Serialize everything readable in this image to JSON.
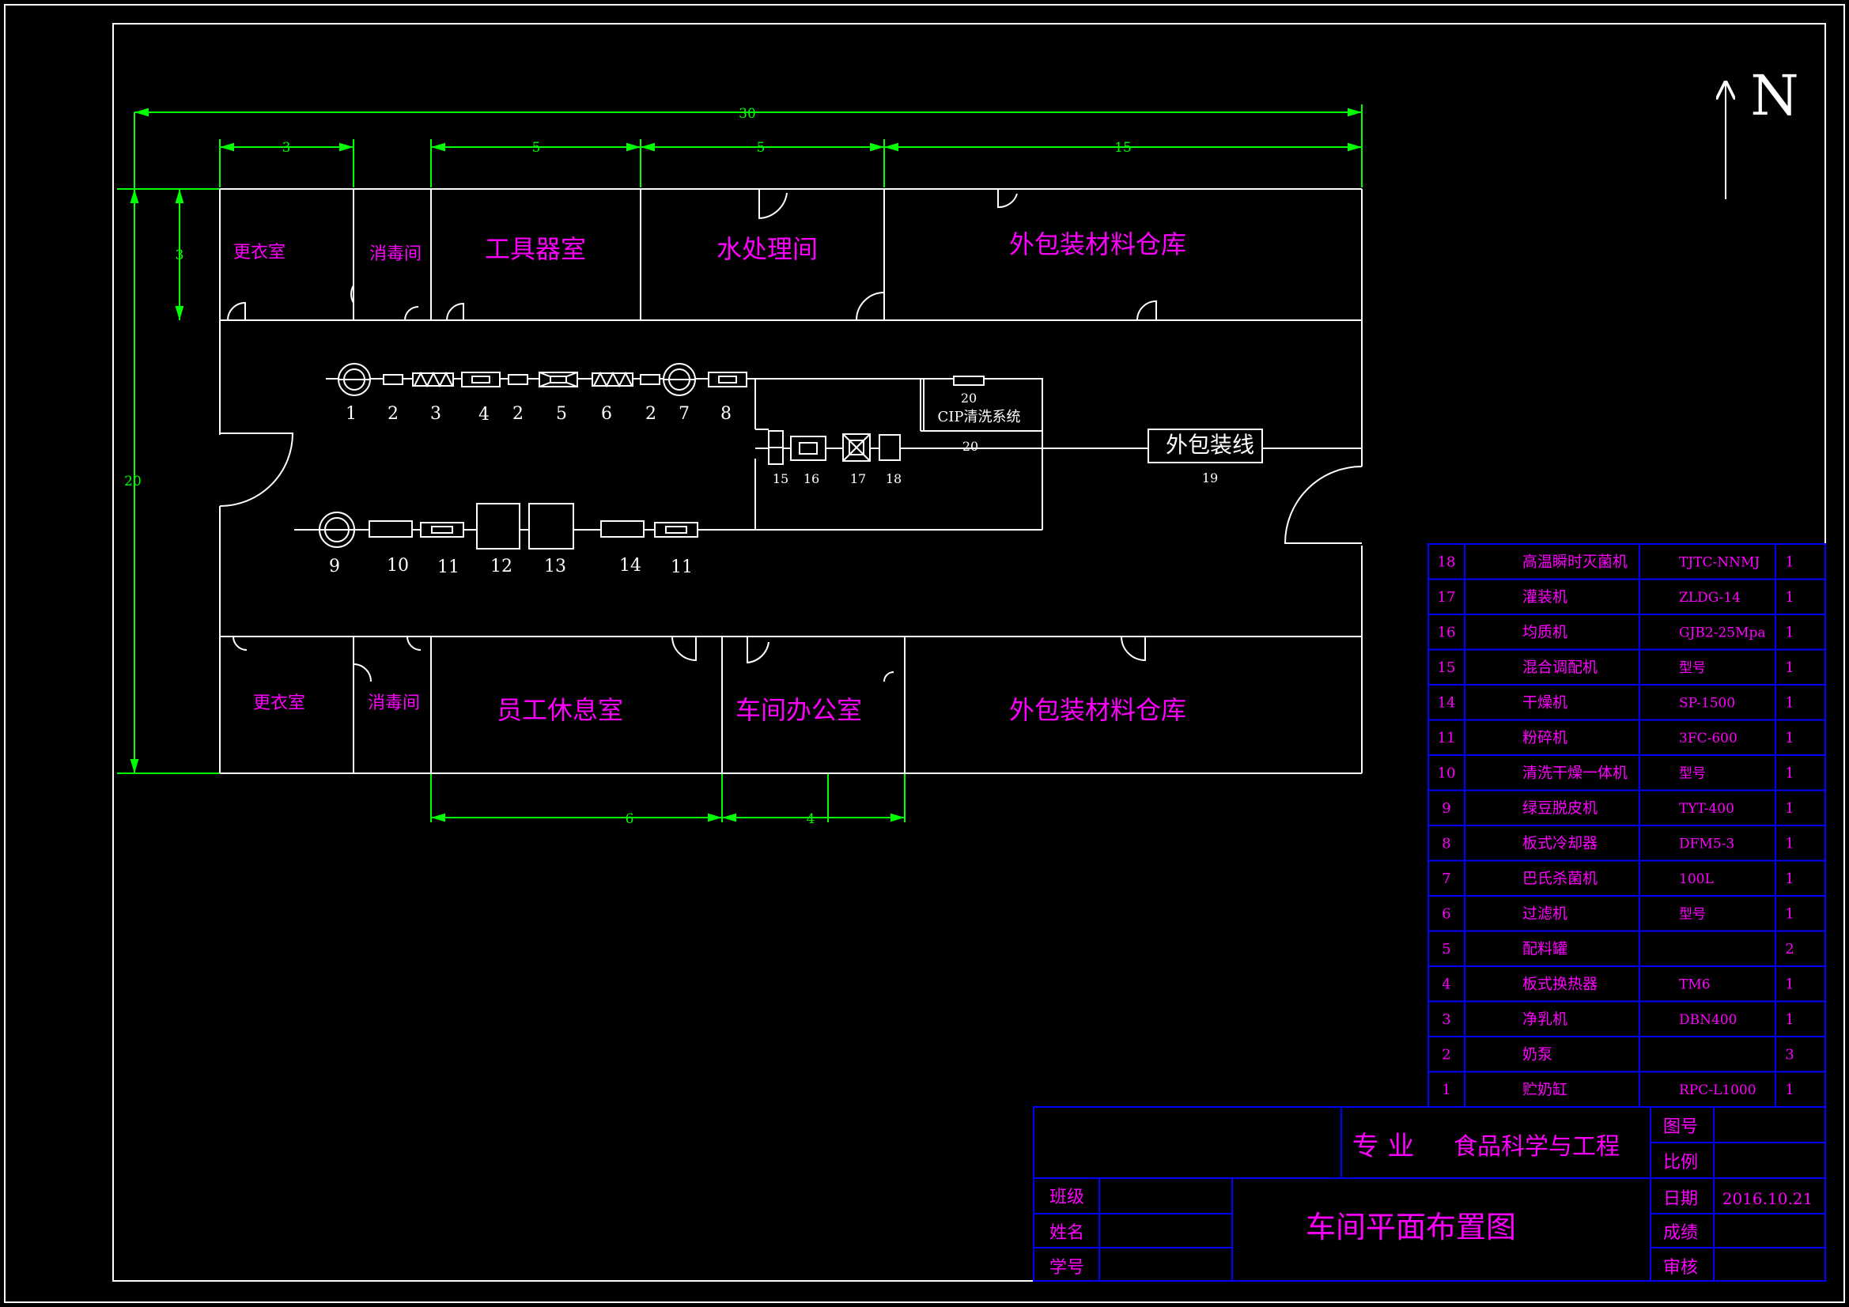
{
  "north_label": "N",
  "dimensions": {
    "total_length": "30",
    "seg_changing": "3",
    "seg_tool": "5",
    "seg_water": "5",
    "seg_warehouse": "15",
    "north_depth": "3",
    "total_width": "20",
    "seg_lounge": "6",
    "seg_office": "4"
  },
  "rooms": {
    "changing_n": "更衣室",
    "disinfect_n": "消毒间",
    "tool_room": "工具器室",
    "water_room": "水处理间",
    "warehouse_n": "外包装材料仓库",
    "changing_s": "更衣室",
    "disinfect_s": "消毒间",
    "lounge": "员工休息室",
    "office": "车间办公室",
    "warehouse_s": "外包装材料仓库"
  },
  "equipment_labels": {
    "l1": "1",
    "l2a": "2",
    "l3": "3",
    "l4": "4",
    "l2b": "2",
    "l5": "5",
    "l6": "6",
    "l2c": "2",
    "l7": "7",
    "l8": "8",
    "l9": "9",
    "l10": "10",
    "l11a": "11",
    "l12": "12",
    "l13": "13",
    "l14": "14",
    "l11b": "11",
    "l15": "15",
    "l16": "16",
    "l17": "17",
    "l18": "18",
    "l19": "19",
    "l20a": "20",
    "l20b": "20"
  },
  "cip_label": "CIP清洗系统",
  "packing_line_label": "外包装线",
  "parts_list": [
    {
      "no": "18",
      "name": "高温瞬时灭菌机",
      "model": "TJTC-NNMJ",
      "qty": "1"
    },
    {
      "no": "17",
      "name": "灌装机",
      "model": "ZLDG-14",
      "qty": "1"
    },
    {
      "no": "16",
      "name": "均质机",
      "model": "GJB2-25Mpa",
      "qty": "1"
    },
    {
      "no": "15",
      "name": "混合调配机",
      "model": "型号",
      "qty": "1"
    },
    {
      "no": "14",
      "name": "干燥机",
      "model": "SP-1500",
      "qty": "1"
    },
    {
      "no": "11",
      "name": "粉碎机",
      "model": "3FC-600",
      "qty": "1"
    },
    {
      "no": "10",
      "name": "清洗干燥一体机",
      "model": "型号",
      "qty": "1"
    },
    {
      "no": "9",
      "name": "绿豆脱皮机",
      "model": "TYT-400",
      "qty": "1"
    },
    {
      "no": "8",
      "name": "板式冷却器",
      "model": "DFM5-3",
      "qty": "1"
    },
    {
      "no": "7",
      "name": "巴氏杀菌机",
      "model": "100L",
      "qty": "1"
    },
    {
      "no": "6",
      "name": "过滤机",
      "model": "型号",
      "qty": "1"
    },
    {
      "no": "5",
      "name": "配料罐",
      "model": "",
      "qty": "2"
    },
    {
      "no": "4",
      "name": "板式换热器",
      "model": "TM6",
      "qty": "1"
    },
    {
      "no": "3",
      "name": "净乳机",
      "model": "DBN400",
      "qty": "1"
    },
    {
      "no": "2",
      "name": "奶泵",
      "model": "",
      "qty": "3"
    },
    {
      "no": "1",
      "name": "贮奶缸",
      "model": "RPC-L1000",
      "qty": "1"
    }
  ],
  "title_block": {
    "major_label": "专  业",
    "major_value": "食品科学与工程",
    "drawing_no_label": "图号",
    "scale_label": "比例",
    "class_label": "班级",
    "name_label": "姓名",
    "student_id_label": "学号",
    "drawing_title": "车间平面布置图",
    "date_label": "日期",
    "date_value": "2016.10.21",
    "grade_label": "成绩",
    "review_label": "审核"
  },
  "colors": {
    "background": "#000000",
    "linework": "#ffffff",
    "dimension": "#00ff00",
    "label": "#ff00ff",
    "title_grid": "#0000ff"
  }
}
